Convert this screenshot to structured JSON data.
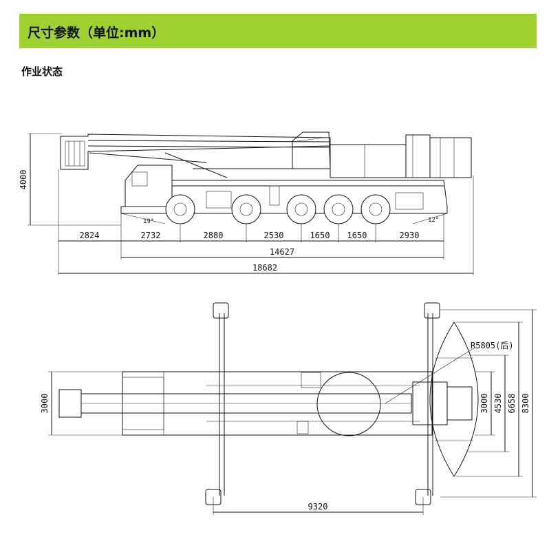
{
  "colors": {
    "accent": "#9fd22e",
    "line": "#111111"
  },
  "header": {
    "title": "尺寸参数（单位:mm）"
  },
  "section": {
    "title": "作业状态"
  },
  "side_view": {
    "height": "4000",
    "angle_front": "19°",
    "angle_rear": "12°",
    "segments": [
      "2824",
      "2732",
      "2880",
      "2530",
      "1650",
      "1650",
      "2930"
    ],
    "chassis_length": "14627",
    "overall_length": "18682"
  },
  "top_view": {
    "body_width": "3000",
    "radius_label": "R5805(后)",
    "widths": [
      "3000",
      "4530",
      "6658",
      "8300"
    ],
    "outrigger_span": "9320"
  }
}
